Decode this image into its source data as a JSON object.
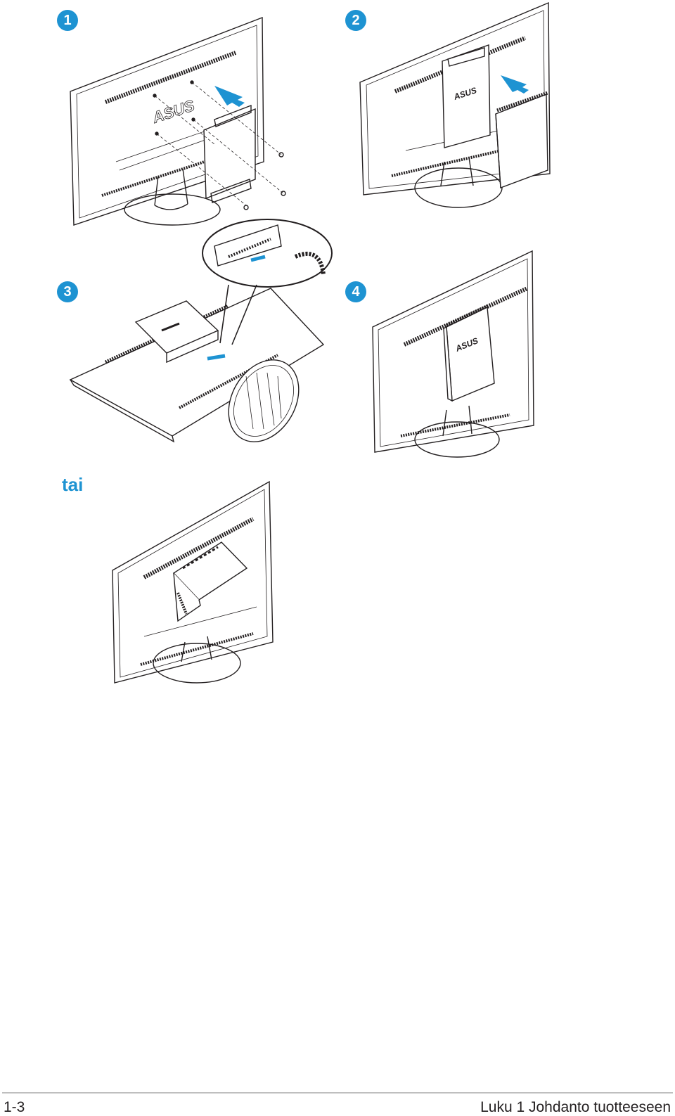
{
  "steps": [
    "1",
    "2",
    "3",
    "4"
  ],
  "alternative_label": "tai",
  "logo_text": "ASUS",
  "footer": {
    "page_number": "1-3",
    "chapter_title": "Luku 1 Johdanto tuotteeseen"
  },
  "colors": {
    "accent": "#1e93d2",
    "line": "#231f20",
    "rule": "#bfbfbf"
  }
}
